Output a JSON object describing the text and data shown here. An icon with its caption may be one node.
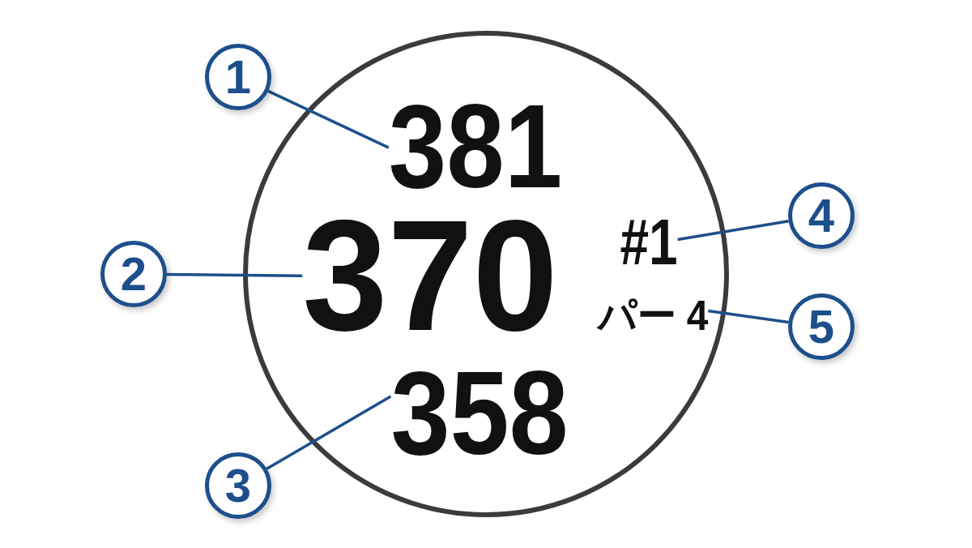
{
  "diagram": {
    "nodes": [
      {
        "text": [],
        "shape": "circle"
      },
      {
        "text": [
          "381"
        ],
        "in": 0
      },
      {
        "text": [
          "370"
        ],
        "in": 0
      },
      {
        "text": [
          "358"
        ],
        "in": 0
      },
      {
        "text": [
          "#1"
        ],
        "in": 0
      },
      {
        "text": [
          "パー 4"
        ],
        "in": 0
      },
      {
        "text": [
          "1"
        ]
      },
      {
        "text": [
          "2"
        ]
      },
      {
        "text": [
          "3"
        ]
      },
      {
        "text": [
          "4"
        ]
      },
      {
        "text": [
          "5"
        ]
      }
    ],
    "edges": [
      {
        "from": 6,
        "to": 1,
        "arrow": "none"
      },
      {
        "from": 7,
        "to": 2,
        "arrow": "none"
      },
      {
        "from": 8,
        "to": 3,
        "arrow": "none"
      },
      {
        "from": 9,
        "to": 4,
        "arrow": "none"
      },
      {
        "from": 10,
        "to": 5,
        "arrow": "none"
      }
    ]
  }
}
